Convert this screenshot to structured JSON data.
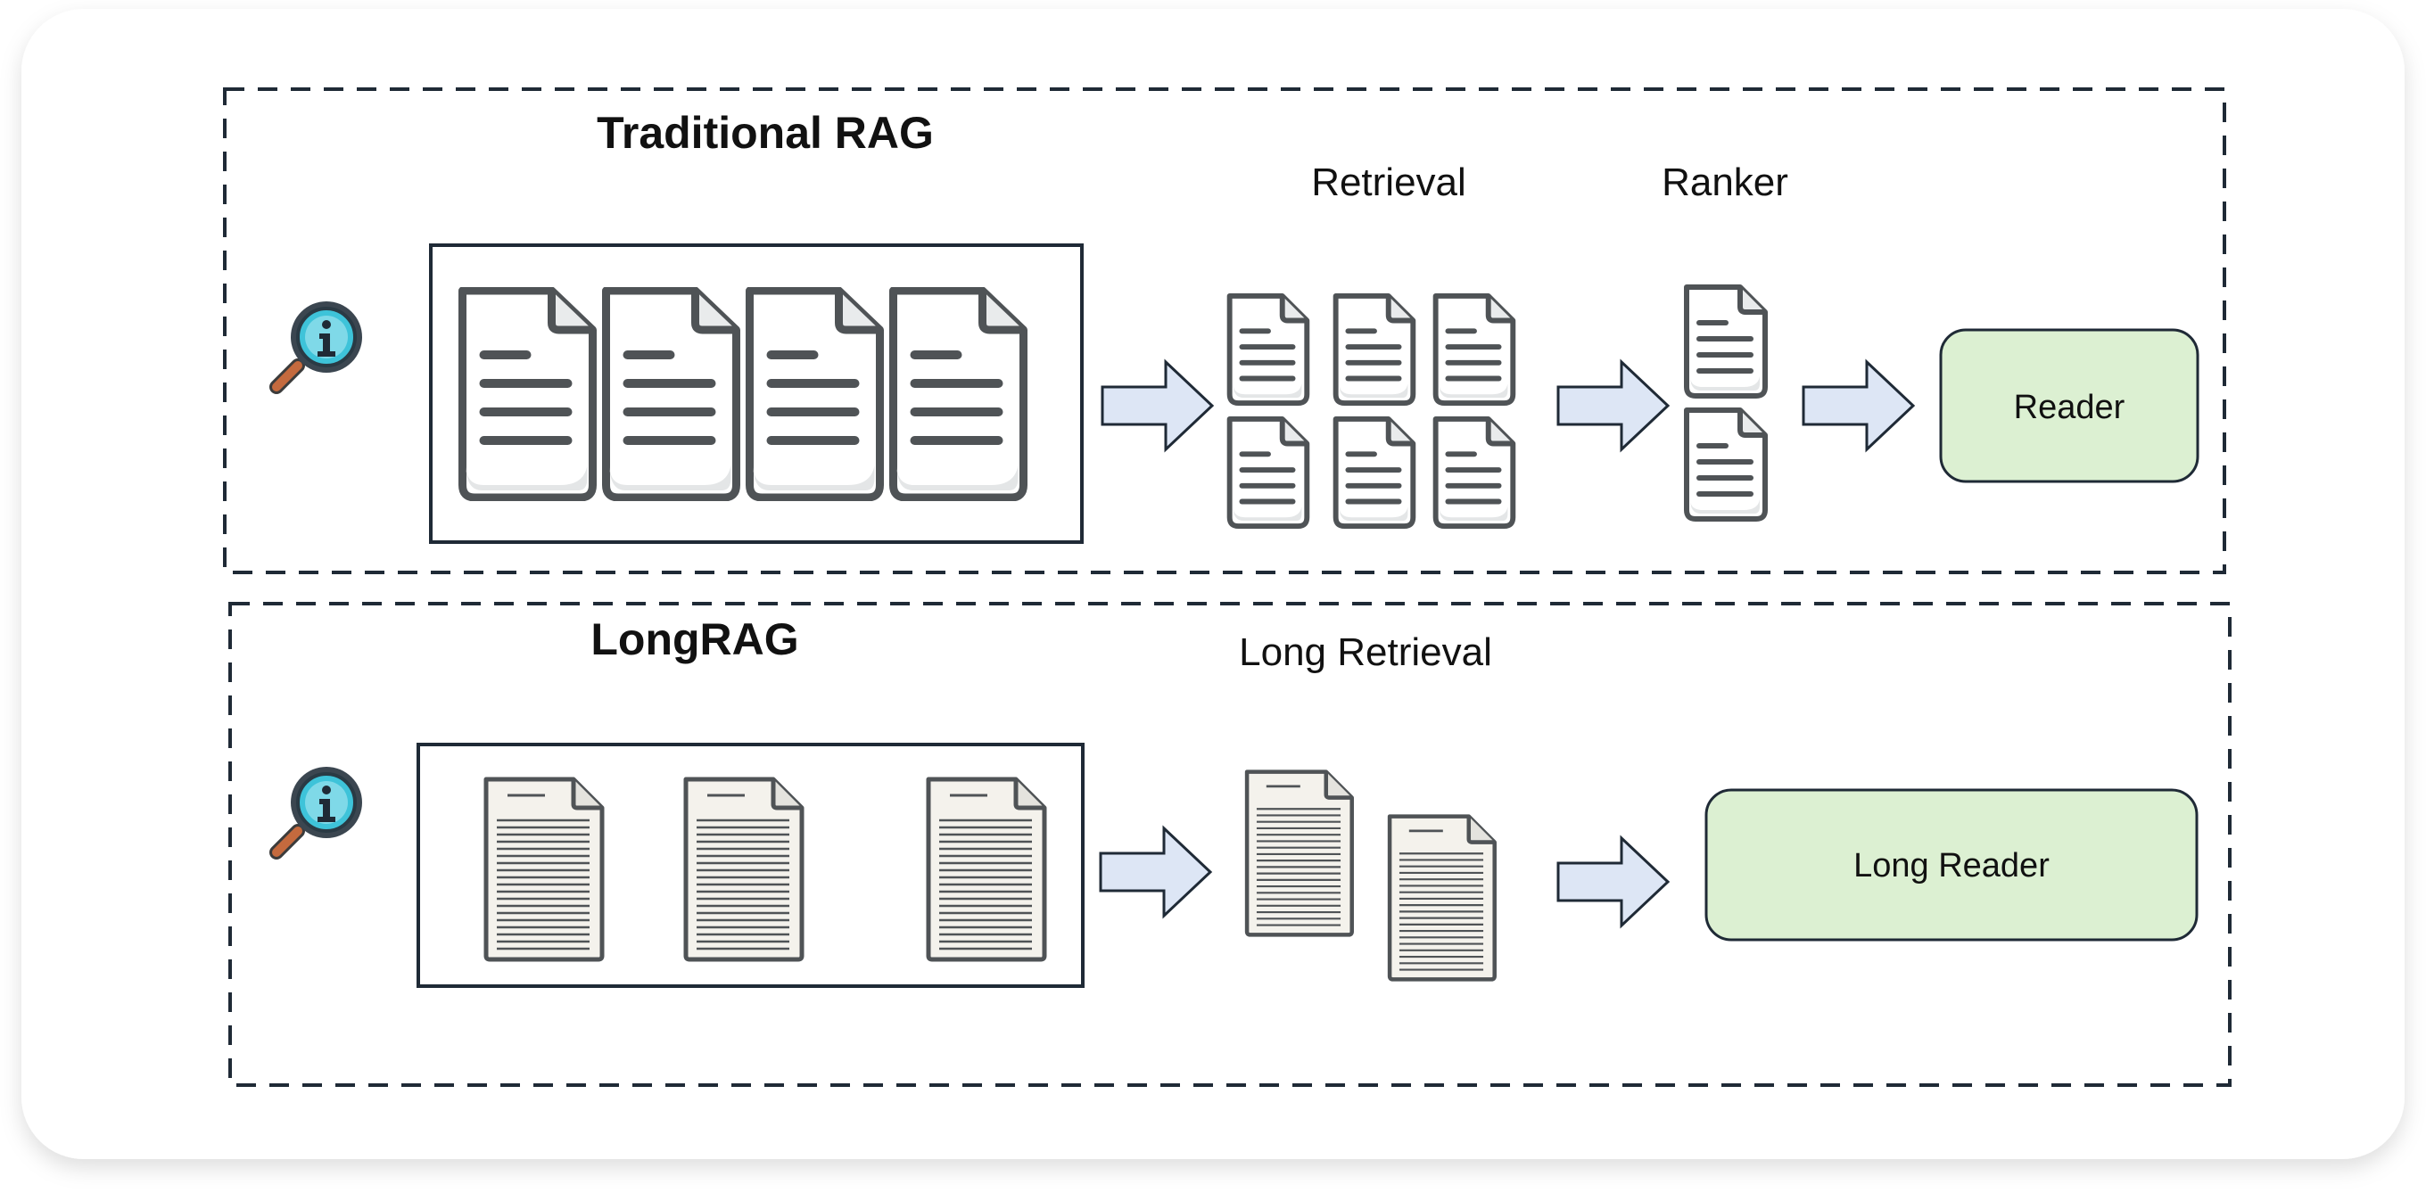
{
  "colors": {
    "card_bg": "#ffffff",
    "dashed_border": "#1f2a36",
    "arrow_fill": "#dde6f5",
    "reader_fill": "#dcf0d2",
    "doc_stroke": "#4f5356",
    "doc_fill": "#ffffff",
    "long_doc_fill": "#f4f2ec",
    "magnifier_lens": "#3ec3d9",
    "magnifier_handle": "#c46a3e"
  },
  "traditional": {
    "title": "Traditional RAG",
    "retrieval_label": "Retrieval",
    "ranker_label": "Ranker",
    "reader_label": "Reader",
    "corpus_doc_count": 4,
    "retrieved_doc_count": 6,
    "ranked_doc_count": 2
  },
  "longrag": {
    "title": "LongRAG",
    "retrieval_label": "Long Retrieval",
    "reader_label": "Long Reader",
    "corpus_doc_count": 3,
    "retrieved_doc_count": 2
  },
  "icons": {
    "query": "magnifier-info-icon",
    "document": "document-icon",
    "long_document": "long-document-icon",
    "arrow": "block-arrow-icon"
  }
}
